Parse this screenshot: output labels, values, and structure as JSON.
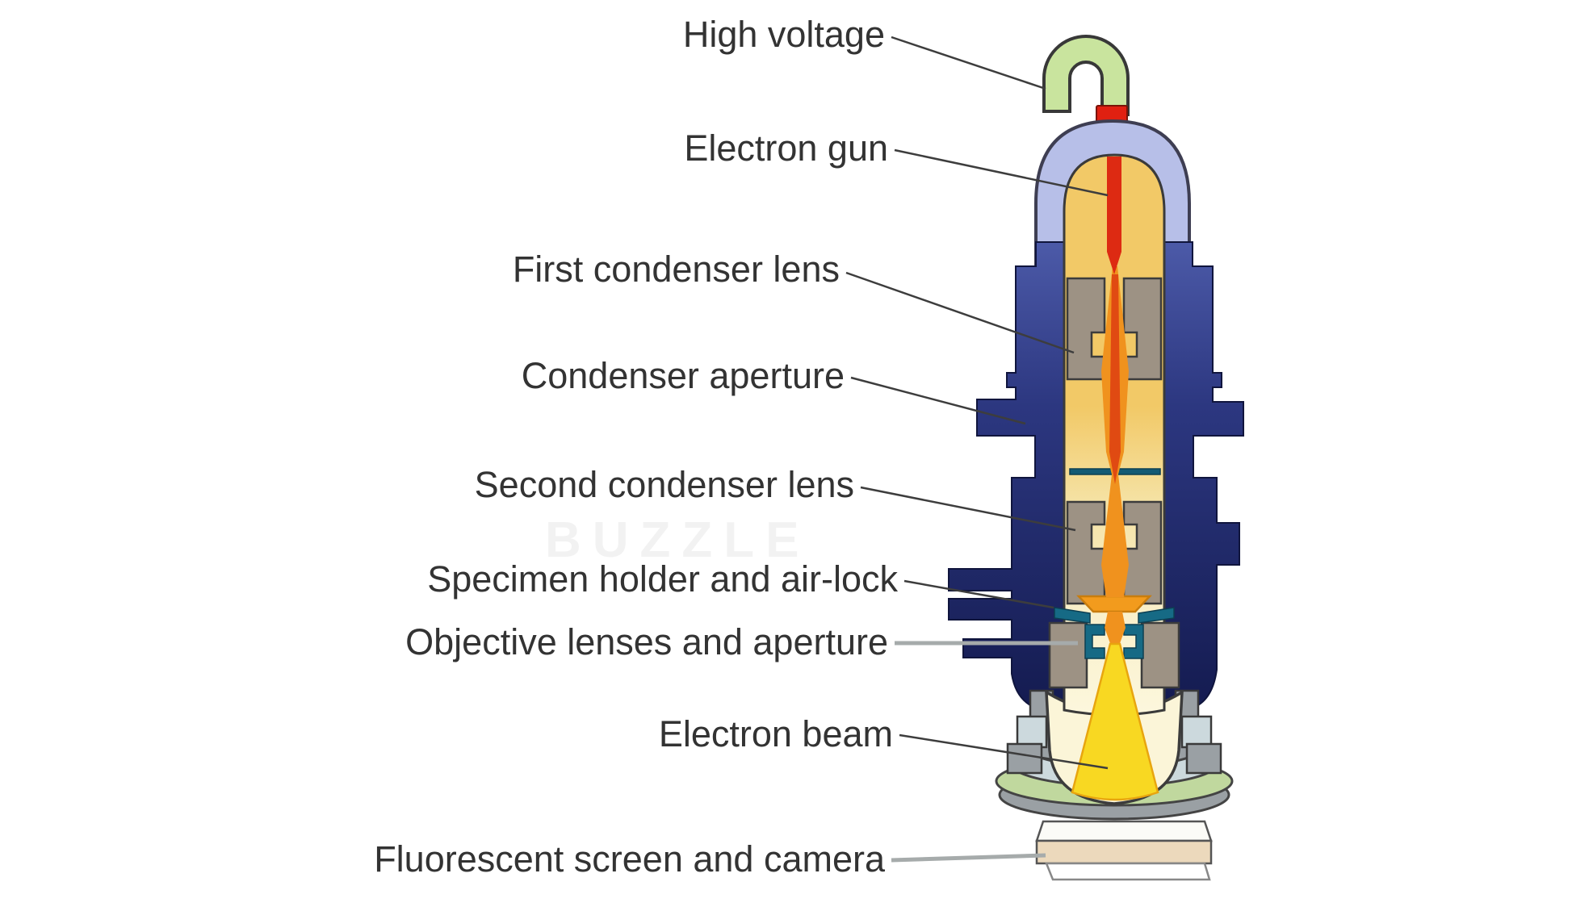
{
  "labels": {
    "high_voltage": "High voltage",
    "electron_gun": "Electron gun",
    "first_condenser_lens": "First condenser lens",
    "condenser_aperture": "Condenser aperture",
    "second_condenser_lens": "Second condenser lens",
    "specimen_holder": "Specimen holder and air-lock",
    "objective_lenses": "Objective lenses and aperture",
    "electron_beam": "Electron beam",
    "fluorescent_screen": "Fluorescent screen and camera"
  },
  "watermark": {
    "text": "BUZZLE"
  },
  "colors": {
    "background": "#ffffff",
    "label_text": "#333333",
    "leader_dark": "#3d3d3d",
    "leader_gray": "#a6abab",
    "hook_green": "#c9e49e",
    "connector_red": "#e02011",
    "dome_shell": "#b7bfe8",
    "casing_navy": "#2c3780",
    "casing_navy_dark": "#141b50",
    "bore_gold": "#f2c967",
    "bore_cream": "#f7ecc0",
    "bell_interior": "#fbf5d8",
    "lens_gray": "#9d9284",
    "teal": "#166a85",
    "teal_dark": "#135a74",
    "disc_orange": "#f29b1d",
    "beam_red": "#dd2a12",
    "beam_core": "#e04a12",
    "beam_orange": "#f0921e",
    "beam_yellow": "#f8d822",
    "ring_gray": "#9aa0a4",
    "ring_light": "#ccd9dd",
    "ring_green": "#c0d89e",
    "screen_tan": "#ecd9bc",
    "screen_top": "#fbfbf7"
  }
}
